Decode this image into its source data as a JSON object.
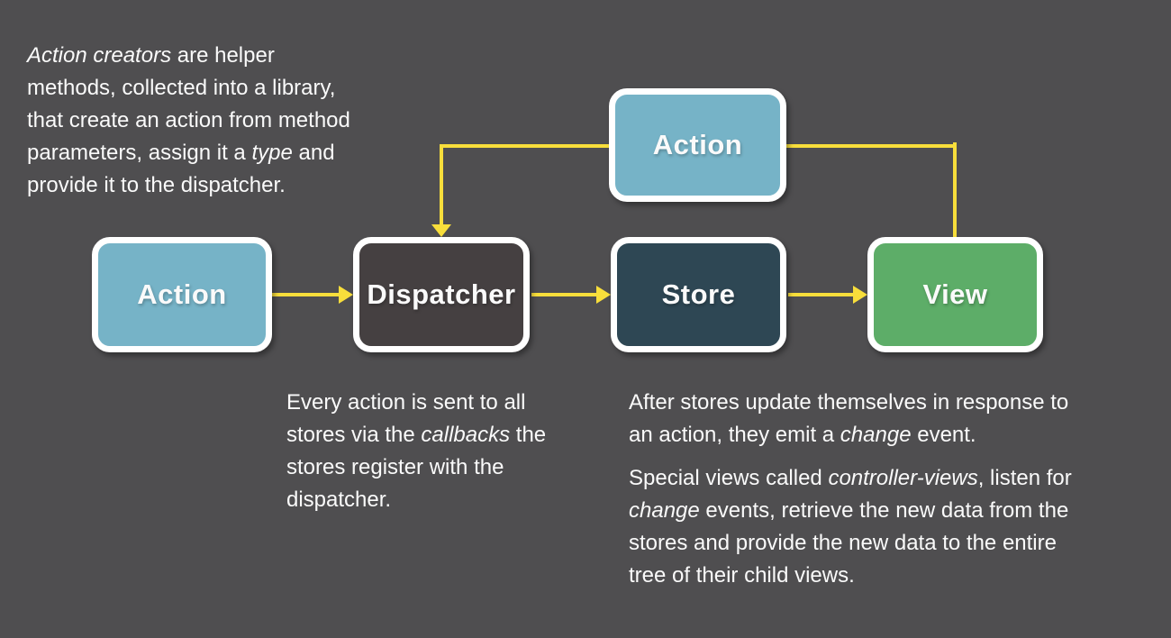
{
  "colors": {
    "bg": "#4f4e50",
    "action": "#76b3c7",
    "dispatcher": "#454041",
    "store": "#2e4754",
    "view": "#5dad68",
    "arrow": "#f8de3b",
    "text": "#fafafa",
    "node-border": "#ffffff"
  },
  "nodes": {
    "action_top": {
      "label": "Action"
    },
    "action_left": {
      "label": "Action"
    },
    "dispatcher": {
      "label": "Dispatcher"
    },
    "store": {
      "label": "Store"
    },
    "view": {
      "label": "View"
    }
  },
  "notes": {
    "action_creators": [
      [
        [
          {
            "t": "Action creators",
            "i": true
          },
          {
            "t": " are helper"
          }
        ],
        [
          {
            "t": "methods, collected into a library,"
          }
        ],
        [
          {
            "t": "that create an action from method"
          }
        ],
        [
          {
            "t": "parameters, assign it a "
          },
          {
            "t": "type",
            "i": true
          },
          {
            "t": " and"
          }
        ],
        [
          {
            "t": "provide it to the dispatcher."
          }
        ]
      ]
    ],
    "dispatcher_note": [
      [
        [
          {
            "t": "Every action is sent to all"
          }
        ],
        [
          {
            "t": "stores via the "
          },
          {
            "t": "callbacks",
            "i": true
          },
          {
            "t": " the"
          }
        ],
        [
          {
            "t": "stores register with the"
          }
        ],
        [
          {
            "t": "dispatcher."
          }
        ]
      ]
    ],
    "store_view_note": [
      [
        [
          {
            "t": "After stores update themselves in response to"
          }
        ],
        [
          {
            "t": "an action, they emit a "
          },
          {
            "t": "change",
            "i": true
          },
          {
            "t": " event."
          }
        ]
      ],
      [
        [
          {
            "t": "Special views called "
          },
          {
            "t": "controller-views",
            "i": true
          },
          {
            "t": ", listen for"
          }
        ],
        [
          {
            "t": "change",
            "i": true
          },
          {
            "t": " events, retrieve the new data from the"
          }
        ],
        [
          {
            "t": "stores and provide the new data to the entire"
          }
        ],
        [
          {
            "t": "tree of their child views."
          }
        ]
      ]
    ]
  }
}
